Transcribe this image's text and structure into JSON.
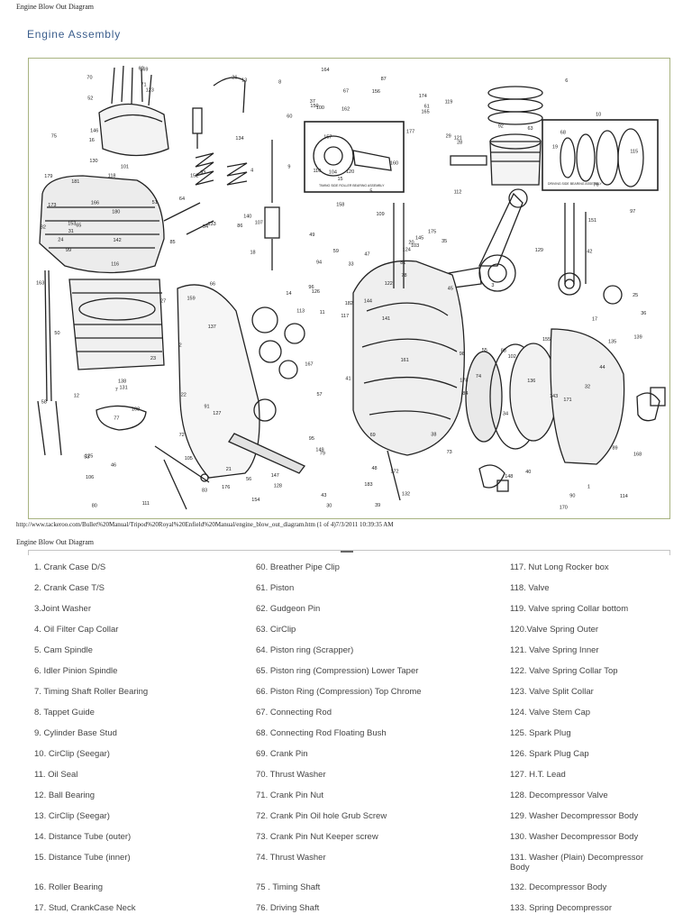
{
  "page": {
    "print_header": "Engine Blow Out Diagram",
    "section_title": "Engine Assembly",
    "print_footer": "http://www.tackeroo.com/Bullet%20Manual/Tripod%20Royal%20Enfield%20Manual/engine_blow_out_diagram.htm (1 of 4)7/3/2011 10:39:35 AM",
    "print_header_2": "Engine Blow Out Diagram"
  },
  "diagram": {
    "labels": [
      "117",
      "118",
      "126",
      "125",
      "124",
      "127",
      "119",
      "120",
      "121",
      "122",
      "123",
      "114",
      "116",
      "115",
      "113",
      "112",
      "111",
      "110",
      "109",
      "108",
      "107",
      "106",
      "105",
      "104",
      "103",
      "102",
      "101",
      "100",
      "99",
      "98",
      "97",
      "96",
      "95",
      "94",
      "93",
      "92",
      "91",
      "90",
      "89",
      "88",
      "87",
      "86",
      "85",
      "84",
      "83",
      "82",
      "81",
      "80",
      "79",
      "78",
      "77",
      "76",
      "75",
      "74",
      "73",
      "72",
      "71",
      "70",
      "69",
      "68",
      "67",
      "66",
      "65",
      "64",
      "63",
      "62",
      "61",
      "60",
      "59",
      "58",
      "57",
      "56",
      "55",
      "54",
      "53",
      "52",
      "51",
      "50",
      "49",
      "48",
      "47",
      "46",
      "45",
      "44",
      "43",
      "42",
      "41",
      "40",
      "39",
      "38",
      "37",
      "36",
      "35",
      "34",
      "33",
      "32",
      "31",
      "30",
      "29",
      "28",
      "27",
      "26",
      "25",
      "24",
      "23",
      "22",
      "21",
      "20",
      "19",
      "18",
      "17",
      "16",
      "15",
      "14",
      "13",
      "12",
      "11",
      "10",
      "9",
      "8",
      "7",
      "6",
      "5",
      "4",
      "3",
      "2",
      "1",
      "128",
      "129",
      "130",
      "131",
      "132",
      "133",
      "134",
      "135",
      "136",
      "137",
      "138",
      "139",
      "140",
      "141",
      "142",
      "143",
      "144",
      "145",
      "146",
      "147",
      "148",
      "149",
      "150",
      "151",
      "152",
      "153",
      "154",
      "155",
      "156",
      "157",
      "158",
      "159",
      "160",
      "161",
      "162",
      "163",
      "164",
      "165",
      "166",
      "167",
      "168",
      "169",
      "170",
      "171",
      "172",
      "173",
      "174",
      "175",
      "176",
      "177",
      "178",
      "179",
      "180",
      "181",
      "182",
      "183"
    ],
    "inset_left_caption": "TIMING SIDE ROLLER BEARING ASSEMBLY",
    "inset_right_caption": "DRIVING SIDE BEARING ASSEMBLY"
  },
  "parts_columns": [
    [
      "1. Crank Case D/S",
      "2. Crank Case T/S",
      "3.Joint Washer",
      "4. Oil Filter Cap Collar",
      "5. Cam Spindle",
      "6. Idler Pinion Spindle",
      "7. Timing Shaft Roller Bearing",
      "8. Tappet Guide",
      "9. Cylinder Base Stud",
      "10. CirClip (Seegar)",
      "11. Oil Seal",
      "12. Ball Bearing",
      "13. CirClip (Seegar)",
      "14. Distance Tube (outer)",
      "15. Distance Tube (inner)",
      "16. Roller Bearing",
      "17. Stud, CrankCase Neck"
    ],
    [
      "60. Breather Pipe Clip",
      "61. Piston",
      "62. Gudgeon Pin",
      "63. CirClip",
      "64. Piston ring (Scrapper)",
      "65. Piston ring (Compression) Lower Taper",
      "66. Piston Ring (Compression) Top Chrome",
      "67. Connecting Rod",
      "68. Connecting Rod Floating Bush",
      "69. Crank Pin",
      "70. Thrust Washer",
      "71. Crank Pin Nut",
      "72. Crank Pin Oil hole Grub Screw",
      "73. Crank Pin Nut Keeper screw",
      "74. Thrust Washer",
      "75 . Timing Shaft",
      "76. Driving Shaft"
    ],
    [
      "117. Nut Long Rocker box",
      "118. Valve",
      "119. Valve spring Collar bottom",
      "120.Valve Spring Outer",
      "121. Valve Spring Inner",
      "122. Valve Spring Collar Top",
      "123. Valve Split Collar",
      "124. Valve Stem Cap",
      "125. Spark Plug",
      "126. Spark Plug Cap",
      "127. H.T. Lead",
      "128. Decompressor Valve",
      "129. Washer Decompressor Body",
      "130. Washer Decompressor Body",
      "131. Washer (Plain) Decompressor Body",
      "132. Decompressor Body",
      "133. Spring Decompressor"
    ]
  ]
}
